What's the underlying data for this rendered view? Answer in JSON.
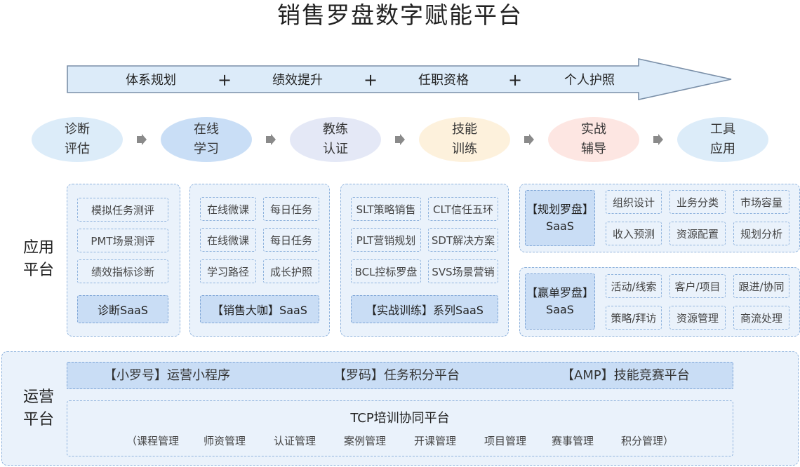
{
  "title": "销售罗盘数字赋能平台",
  "arrow": {
    "items": [
      "体系规划",
      "绩效提升",
      "任职资格",
      "个人护照"
    ],
    "plus": "+"
  },
  "steps": [
    {
      "line1": "诊断",
      "line2": "评估",
      "color": "#dcecf9"
    },
    {
      "line1": "在线",
      "line2": "学习",
      "color": "#c9def6"
    },
    {
      "line1": "教练",
      "line2": "认证",
      "color": "#e4e8f6"
    },
    {
      "line1": "技能",
      "line2": "训练",
      "color": "#fdf1dc"
    },
    {
      "line1": "实战",
      "line2": "辅导",
      "color": "#fde6e2"
    },
    {
      "line1": "工具",
      "line2": "应用",
      "color": "#dcecf9"
    }
  ],
  "app_platform": {
    "label_line1": "应用",
    "label_line2": "平台",
    "diagnosis": {
      "items": [
        "模拟任务测评",
        "PMT场景测评",
        "绩效指标诊断"
      ],
      "saas": "诊断SaaS"
    },
    "learning": {
      "items": [
        "在线微课",
        "每日任务",
        "在线微课",
        "每日任务",
        "学习路径",
        "成长护照"
      ],
      "saas": "【销售大咖】SaaS"
    },
    "training": {
      "items": [
        "SLT策略销售",
        "CLT信任五环",
        "PLT营销规划",
        "SDT解决方案",
        "BCL控标罗盘",
        "SVS场景营销"
      ],
      "saas": "【实战训练】系列SaaS"
    },
    "planning": {
      "saas_line1": "【规划罗盘】",
      "saas_line2": "SaaS",
      "items": [
        "组织设计",
        "业务分类",
        "市场容量",
        "收入预测",
        "资源配置",
        "规划分析"
      ]
    },
    "winning": {
      "saas_line1": "【赢单罗盘】",
      "saas_line2": "SaaS",
      "items": [
        "活动/线索",
        "客户/项目",
        "跟进/协同",
        "策略/拜访",
        "资源管理",
        "商流处理"
      ]
    }
  },
  "ops_platform": {
    "label_line1": "运营",
    "label_line2": "平台",
    "bar_items": [
      "【小罗号】运营小程序",
      "【罗码】任务积分平台",
      "【AMP】技能竞赛平台"
    ],
    "tcp": {
      "title": "TCP培训协同平台",
      "items": [
        "（课程管理",
        "师资管理",
        "认证管理",
        "案例管理",
        "开课管理",
        "项目管理",
        "赛事管理",
        "积分管理）"
      ]
    }
  },
  "colors": {
    "panel_bg": "#eaf2fb",
    "panel_border": "#8fb3dd",
    "accent_bg": "#c9ddf5",
    "arrow_fill": "#dcebf9",
    "arrow_stroke": "#7a8fa8"
  }
}
